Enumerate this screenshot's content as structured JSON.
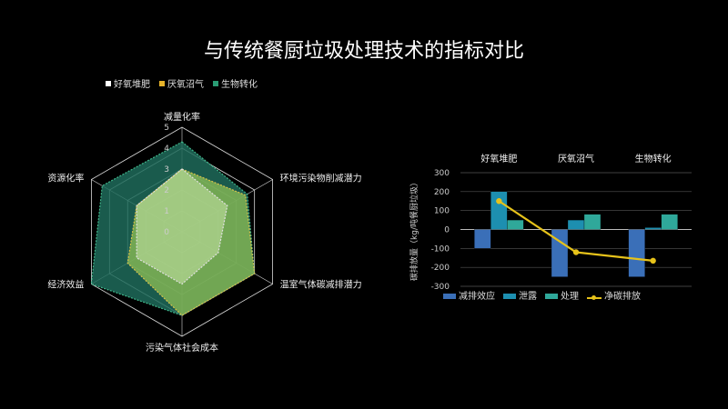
{
  "page_title": "与传统餐厨垃圾处理技术的指标对比",
  "colors": {
    "aerobic": "#ffffff",
    "anaerobic": "#e6b32a",
    "bio": "#2a9c74",
    "reduction": "#3a6fb8",
    "leakage": "#1d8fb0",
    "treatment": "#2fa89a",
    "net": "#e6c21a"
  },
  "chart_data": [
    {
      "type": "radar",
      "axes": [
        "减量化率",
        "环境污染物削减潜力",
        "温室气体碳减排潜力",
        "污染气体社会成本",
        "经济效益",
        "资源化率"
      ],
      "rlim": [
        0,
        5
      ],
      "ticks": [
        "0",
        "1",
        "2",
        "3",
        "4",
        "5"
      ],
      "legend": [
        "好氧堆肥",
        "厌氧沼气",
        "生物转化"
      ],
      "legend_placement": "top-left",
      "series": [
        {
          "name": "好氧堆肥",
          "values": [
            3.0,
            2.5,
            2.0,
            2.5,
            2.5,
            2.5
          ]
        },
        {
          "name": "厌氧沼气",
          "values": [
            3.0,
            3.5,
            4.0,
            4.0,
            3.0,
            2.5
          ]
        },
        {
          "name": "生物转化",
          "values": [
            4.3,
            3.6,
            4.0,
            4.0,
            5.0,
            4.4
          ]
        }
      ]
    },
    {
      "type": "bar",
      "categories": [
        "好氧堆肥",
        "厌氧沼气",
        "生物转化"
      ],
      "ylabel": "碳排放量（kg/吨餐厨垃圾）",
      "ylim": [
        -300,
        300
      ],
      "yticks": [
        "300",
        "200",
        "100",
        "0",
        "-100",
        "-200",
        "-300"
      ],
      "legend_placement": "bottom",
      "series": [
        {
          "name": "减排效应",
          "values": [
            -100,
            -250,
            -250
          ]
        },
        {
          "name": "泄露",
          "values": [
            200,
            50,
            10
          ]
        },
        {
          "name": "处理",
          "values": [
            50,
            80,
            80
          ]
        },
        {
          "name": "净碳排放",
          "type": "line",
          "values": [
            150,
            -120,
            -165
          ]
        }
      ]
    }
  ]
}
